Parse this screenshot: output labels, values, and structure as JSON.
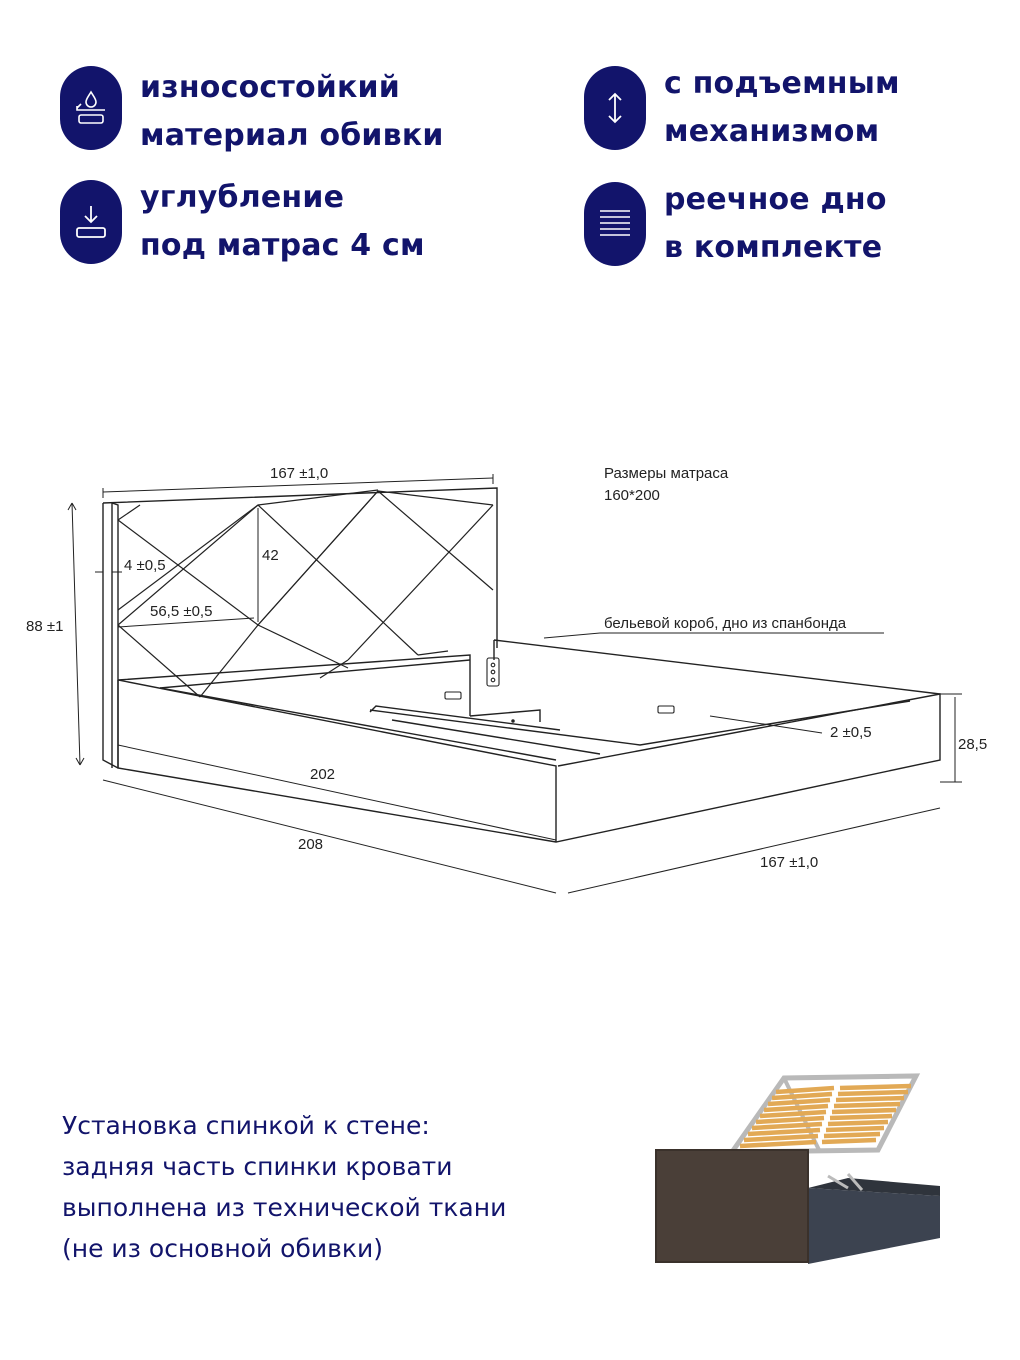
{
  "features": [
    {
      "icon": "fabric-layers-icon",
      "line1": "износостойкий",
      "line2": "материал обивки"
    },
    {
      "icon": "up-down-arrow-icon",
      "line1": "с подъемным",
      "line2": "механизмом"
    },
    {
      "icon": "mattress-recess-icon",
      "line1": "углубление",
      "line2": "под матрас 4 см"
    },
    {
      "icon": "slats-icon",
      "line1": "реечное дно",
      "line2": "в комплекте"
    }
  ],
  "drawing": {
    "headboard_width": "167 ±1,0",
    "mattress_label": "Размеры матраса",
    "mattress_size": "160*200",
    "height_total": "88 ±1",
    "panel_offset": "4 ±0,5",
    "diamond_height": "42",
    "diamond_width": "56,5 ±0,5",
    "storage_label": "бельевой короб, дно из спанбонда",
    "recess_depth": "2 ±0,5",
    "side_height": "28,5",
    "inner_length": "202",
    "outer_length": "208",
    "base_width": "167 ±1,0"
  },
  "note": {
    "line1": "Установка спинкой к стене:",
    "line2": "задняя часть спинки кровати",
    "line3": "выполнена из технической ткани",
    "line4": "(не из основной обивки)"
  },
  "colors": {
    "accent": "#12146b",
    "line": "#222222",
    "upholstery": "#4a3f38",
    "base": "#3c4350",
    "slat": "#e2a955"
  }
}
